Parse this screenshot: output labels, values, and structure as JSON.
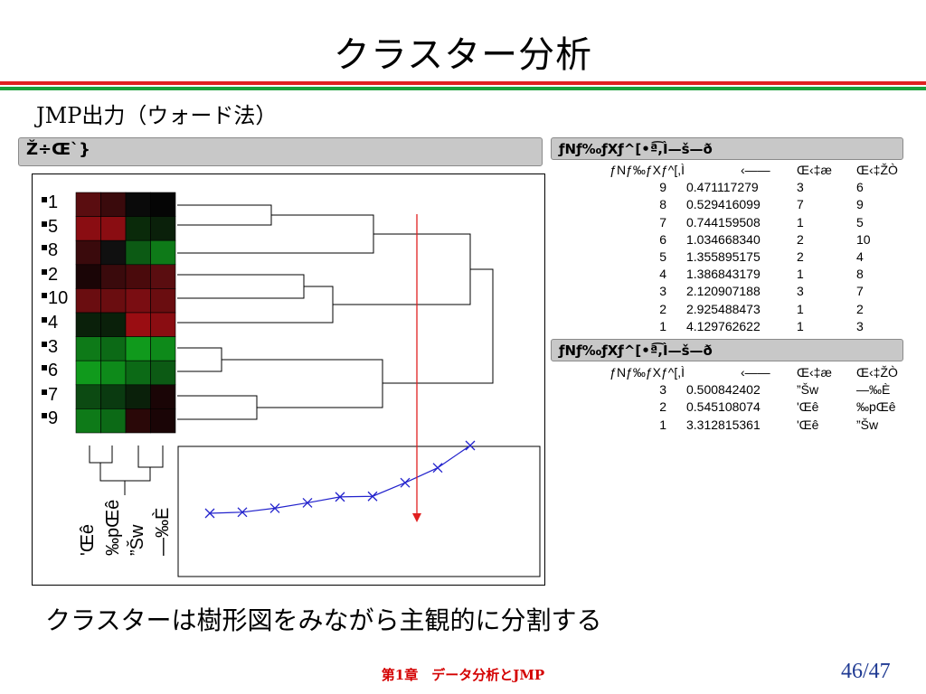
{
  "slide": {
    "title": "クラスター分析",
    "subtitle": "JMP出力（ウォード法）",
    "bottom_text": "クラスターは樹形図をみながら主観的に分割する",
    "footer": "第1章　データ分析とJMP",
    "page": "46/47"
  },
  "colors": {
    "stripe_red": "#e02020",
    "stripe_green": "#1aa03a",
    "arrow": "#e02020",
    "scree": "#2222cc"
  },
  "dendrogram": {
    "header": "Ž÷Œ`}",
    "leaves": [
      "1",
      "5",
      "8",
      "2",
      "10",
      "4",
      "3",
      "6",
      "7",
      "9"
    ],
    "heatmap": [
      [
        "#5a0d10",
        "#3a0a0c",
        "#0a0a0a",
        "#050505"
      ],
      [
        "#8a0d12",
        "#8a0d12",
        "#0a2a0a",
        "#0a200a"
      ],
      [
        "#3a0a0c",
        "#101010",
        "#0c5a14",
        "#0e7a18"
      ],
      [
        "#1a0506",
        "#3a0a0c",
        "#4a0a0c",
        "#5a0d10"
      ],
      [
        "#6a0d10",
        "#6a0d10",
        "#7a0d12",
        "#6a0d10"
      ],
      [
        "#0a200a",
        "#0a200a",
        "#9a0d12",
        "#8a0d12"
      ],
      [
        "#0e7a18",
        "#0c6a16",
        "#109a1c",
        "#0e8a1a"
      ],
      [
        "#109a1c",
        "#0e8a1a",
        "#0c6a16",
        "#0c5a14"
      ],
      [
        "#0c4a12",
        "#0a3a10",
        "#0a200a",
        "#1a0506"
      ],
      [
        "#0e7a18",
        "#0c6a16",
        "#2a0808",
        "#1a0506"
      ]
    ],
    "column_labels": [
      "'Œê",
      "‰pŒê",
      "”Šw",
      "—‰È"
    ]
  },
  "history_table": {
    "header": "ƒNƒ‰ƒXƒ^[•ª͡,Ì—š—ð",
    "columns": [
      "ƒNƒ‰ƒXƒ^[,Ì",
      "‹——",
      "Œ‹‡æ",
      "Œ‹‡ŽÒ"
    ],
    "rows": [
      [
        "9",
        "0.471117279",
        "3",
        "6"
      ],
      [
        "8",
        "0.529416099",
        "7",
        "9"
      ],
      [
        "7",
        "0.744159508",
        "1",
        "5"
      ],
      [
        "6",
        "1.034668340",
        "2",
        "10"
      ],
      [
        "5",
        "1.355895175",
        "2",
        "4"
      ],
      [
        "4",
        "1.386843179",
        "1",
        "8"
      ],
      [
        "3",
        "2.120907188",
        "3",
        "7"
      ],
      [
        "2",
        "2.925488473",
        "1",
        "2"
      ],
      [
        "1",
        "4.129762622",
        "1",
        "3"
      ]
    ]
  },
  "column_table": {
    "header": "ƒNƒ‰ƒXƒ^[•ª͡,Ì—š—ð",
    "columns": [
      "ƒNƒ‰ƒXƒ^[,Ì",
      "‹——",
      "Œ‹‡æ",
      "Œ‹‡ŽÒ"
    ],
    "rows": [
      [
        "3",
        "0.500842402",
        "”Šw",
        "—‰È"
      ],
      [
        "2",
        "0.545108074",
        "'Œê",
        "‰pŒê"
      ],
      [
        "1",
        "3.312815361",
        "'Œê",
        "”Šw"
      ]
    ]
  },
  "scree": {
    "values": [
      0.471117279,
      0.529416099,
      0.744159508,
      1.03466834,
      1.355895175,
      1.386843179,
      2.120907188,
      2.925488473,
      4.129762622
    ]
  }
}
